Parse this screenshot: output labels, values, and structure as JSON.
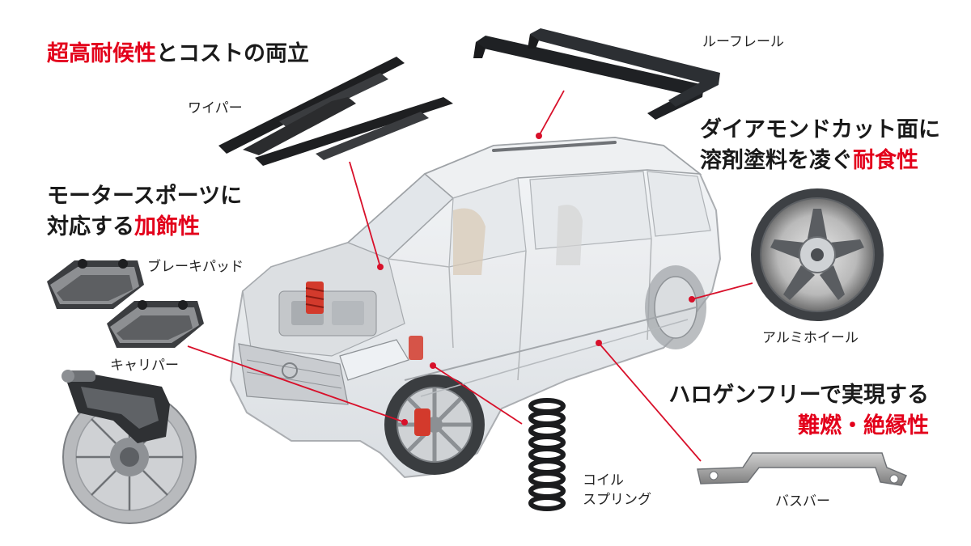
{
  "headlines": {
    "cost": {
      "accent": "超高耐候性",
      "rest": "とコストの両立"
    },
    "diamond": {
      "line1": "ダイアモンドカット面に",
      "line2_plain": "溶剤塗料を凌ぐ",
      "line2_accent": "耐食性"
    },
    "motorsports": {
      "line1": "モータースポーツに",
      "line2_plain": "対応する",
      "line2_accent": "加飾性"
    },
    "halogen": {
      "line1": "ハロゲンフリーで実現する",
      "line2_accent": "難燃・絶縁性"
    }
  },
  "labels": {
    "wiper": "ワイパー",
    "roof_rail": "ルーフレール",
    "brake_pad": "ブレーキパッド",
    "caliper": "キャリパー",
    "alloy_wheel": "アルミホイール",
    "coil_spring_line1": "コイル",
    "coil_spring_line2": "スプリング",
    "bus_bar": "バスバー"
  },
  "colors": {
    "accent_red": "#e3001b",
    "leader_line": "#d8102a",
    "text_dark": "#1a1a1a",
    "part_dark": "#2a2a2a",
    "metal_gray": "#9a9a9a"
  },
  "icons": [
    "wiper-blade-icon",
    "roof-rail-icon",
    "brake-pad-icon",
    "brake-disc-icon",
    "alloy-wheel-icon",
    "coil-spring-icon",
    "bus-bar-icon",
    "car-xray-illustration"
  ]
}
